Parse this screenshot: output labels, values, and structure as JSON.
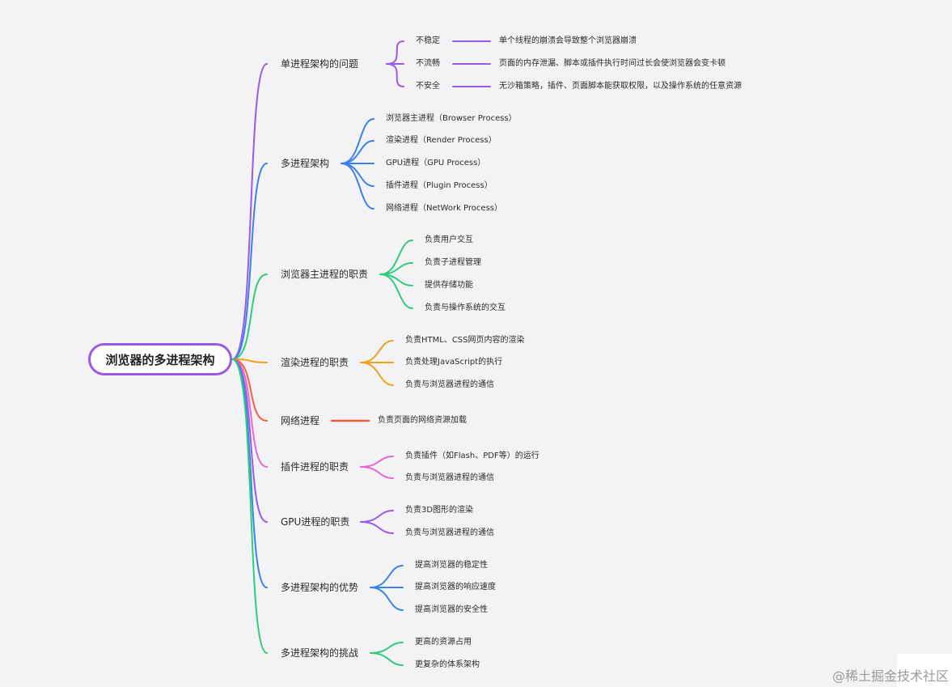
{
  "root": {
    "label": "浏览器的多进程架构",
    "color": "#9b59e8"
  },
  "branches": [
    {
      "label": "单进程架构的问题",
      "color": "#9b59e8",
      "items": [
        {
          "label": "不稳定",
          "detail": "单个线程的崩溃会导致整个浏览器崩溃"
        },
        {
          "label": "不流畅",
          "detail": "页面的内存泄漏、脚本或插件执行时间过长会使浏览器会变卡顿"
        },
        {
          "label": "不安全",
          "detail": "无沙箱策略，插件、页面脚本能获取权限，以及操作系统的任意资源"
        }
      ]
    },
    {
      "label": "多进程架构",
      "color": "#3b82e8",
      "items": [
        {
          "label": "浏览器主进程（Browser Process）"
        },
        {
          "label": "渲染进程（Render Process）"
        },
        {
          "label": "GPU进程（GPU Process）"
        },
        {
          "label": "插件进程（Plugin Process）"
        },
        {
          "label": "网络进程（NetWork Process）"
        }
      ]
    },
    {
      "label": "浏览器主进程的职责",
      "color": "#2fcc7a",
      "items": [
        {
          "label": "负责用户交互"
        },
        {
          "label": "负责子进程管理"
        },
        {
          "label": "提供存储功能"
        },
        {
          "label": "负责与操作系统的交互"
        }
      ]
    },
    {
      "label": "渲染进程的职责",
      "color": "#f0a21a",
      "items": [
        {
          "label": "负责HTML、CSS网页内容的渲染"
        },
        {
          "label": "负责处理JavaScript的执行"
        },
        {
          "label": "负责与浏览器进程的通信"
        }
      ]
    },
    {
      "label": "网络进程",
      "color": "#f0603a",
      "items": [
        {
          "label": "负责页面的网络资源加载"
        }
      ]
    },
    {
      "label": "插件进程的职责",
      "color": "#e866d6",
      "items": [
        {
          "label": "负责插件（如Flash、PDF等）的运行"
        },
        {
          "label": "负责与浏览器进程的通信"
        }
      ]
    },
    {
      "label": "GPU进程的职责",
      "color": "#9b59e8",
      "items": [
        {
          "label": "负责3D图形的渲染"
        },
        {
          "label": "负责与浏览器进程的通信"
        }
      ]
    },
    {
      "label": "多进程架构的优势",
      "color": "#3b82e8",
      "items": [
        {
          "label": "提高浏览器的稳定性"
        },
        {
          "label": "提高浏览器的响应速度"
        },
        {
          "label": "提高浏览器的安全性"
        }
      ]
    },
    {
      "label": "多进程架构的挑战",
      "color": "#2fcc7a",
      "items": [
        {
          "label": "更高的资源占用"
        },
        {
          "label": "更复杂的体系架构"
        }
      ]
    }
  ],
  "watermark": "@稀土掘金技术社区"
}
